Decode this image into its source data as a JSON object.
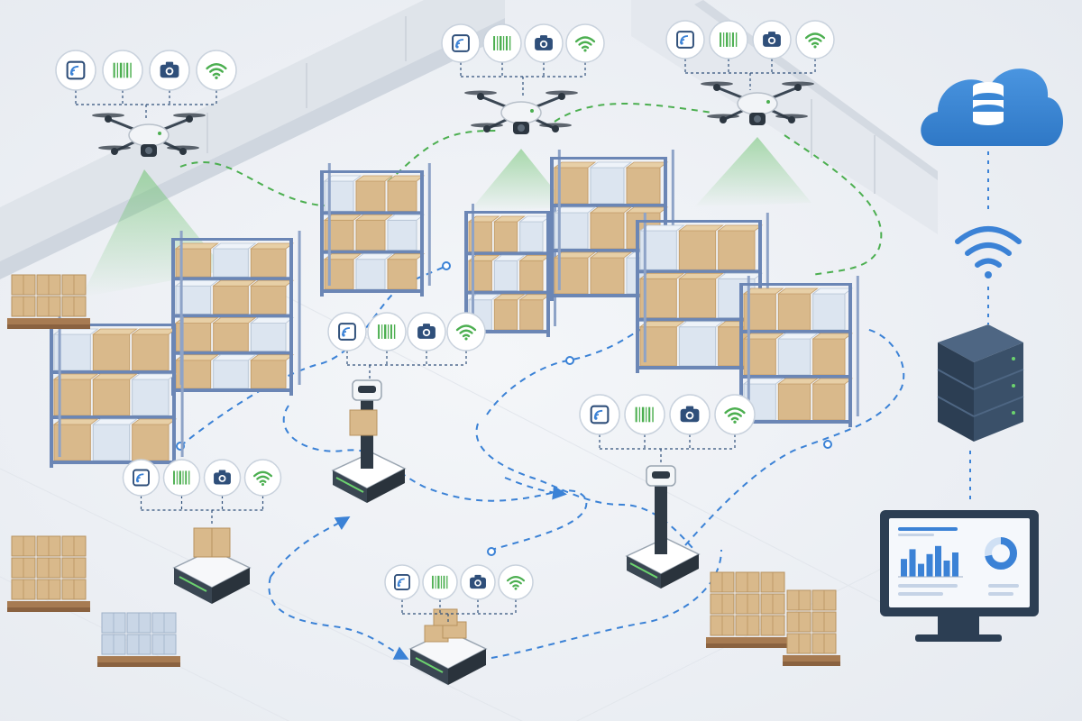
{
  "colors": {
    "floor": "#eef1f5",
    "wall": "#dfe4ea",
    "robot_path": "#3b82d6",
    "drone_path": "#4caf50",
    "navy": "#2f4f7a",
    "green": "#4caf50",
    "blue": "#3b82d6",
    "cloud": "#3a86d4",
    "server": "#33485f",
    "rack": "#6b86b5",
    "box": "#d9b98b",
    "pallet": "#a77b52",
    "wrap": "#dce5f0"
  },
  "sensor_icons": [
    "rfid-icon",
    "barcode-icon",
    "camera-icon",
    "wifi-icon"
  ],
  "agents": [
    {
      "id": "drone-left",
      "kind": "drone"
    },
    {
      "id": "drone-center",
      "kind": "drone"
    },
    {
      "id": "drone-right",
      "kind": "drone"
    },
    {
      "id": "tower-robot-center",
      "kind": "tower-robot"
    },
    {
      "id": "tower-robot-right",
      "kind": "tower-robot"
    },
    {
      "id": "cargo-robot-left",
      "kind": "cargo-robot"
    },
    {
      "id": "cargo-robot-bottom",
      "kind": "cargo-robot"
    }
  ],
  "infrastructure": {
    "cloud_icon": "cloud-database-icon",
    "wireless_icon": "wireless-signal-icon",
    "server_icon": "server-rack-icon",
    "dashboard_icon": "monitor-dashboard-icon",
    "dashboard_bars": [
      0.55,
      0.85,
      0.4,
      0.7,
      0.95,
      0.5,
      0.75
    ],
    "dashboard_donut": 0.72
  }
}
